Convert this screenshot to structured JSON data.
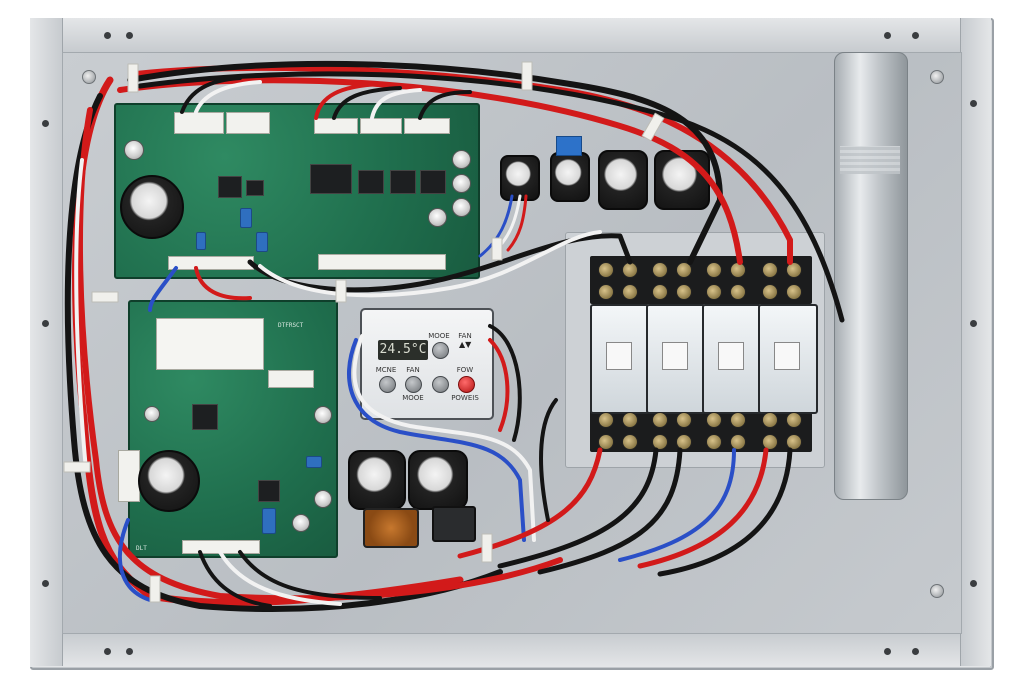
{
  "image": {
    "subject": "",
    "colors": {
      "sheet_metal": "#c6cace",
      "pcb": "#1f6e4d",
      "wire_red": "#d21a1a",
      "wire_black": "#141414",
      "wire_white": "#f2f2f2",
      "wire_blue": "#2a4fc7"
    }
  },
  "control_panel": {
    "display": "24.5°C",
    "label_mode_top": "MOOE",
    "label_fan_top": "FAN",
    "label_mode": "MCNE",
    "label_fan": "FAN",
    "label_power_top": "FOW",
    "label_mode_bottom": "MOOE",
    "label_power": "POWEIS",
    "arrow_glyph": "▲▼"
  },
  "pcb_bottom": {
    "silk_text": "DTFRSCT",
    "corner_text": "DLT"
  }
}
